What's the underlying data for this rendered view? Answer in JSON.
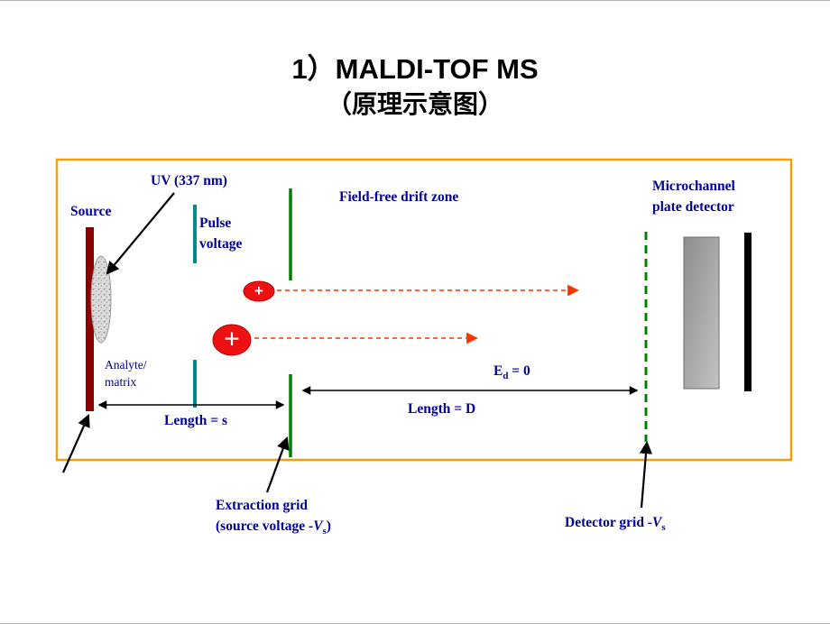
{
  "title": {
    "line1": "1）MALDI-TOF MS",
    "line2": "（原理示意图）"
  },
  "labels": {
    "source": "Source",
    "uv": "UV (337 nm)",
    "pulse_line1": "Pulse",
    "pulse_line2": "voltage",
    "drift_zone": "Field-free drift zone",
    "mcp_line1": "Microchannel",
    "mcp_line2": "plate detector",
    "analyte_line1": "Analyte/",
    "analyte_line2": "matrix",
    "ed_base": "E",
    "ed_sub": "d",
    "ed_rest": " = 0",
    "length_d": "Length = D",
    "length_s": "Length = s",
    "ion_plus_small": "+",
    "ion_plus_large": "+",
    "extraction_line1": "Extraction grid",
    "extraction_line2_pre": "(source voltage -",
    "extraction_v": "V",
    "extraction_v_sub": "s",
    "extraction_line2_post": ")",
    "detector_pre": "Detector grid -",
    "detector_v": "V",
    "detector_v_sub": "s"
  },
  "colors": {
    "label_blue": "#000099",
    "box_orange": "#F2A100",
    "source_dark_red": "#8B0000",
    "ion_red": "#EE1111",
    "grid_green": "#008000",
    "pulse_teal": "#008B8B",
    "trajectory_red": "#FF3300"
  }
}
